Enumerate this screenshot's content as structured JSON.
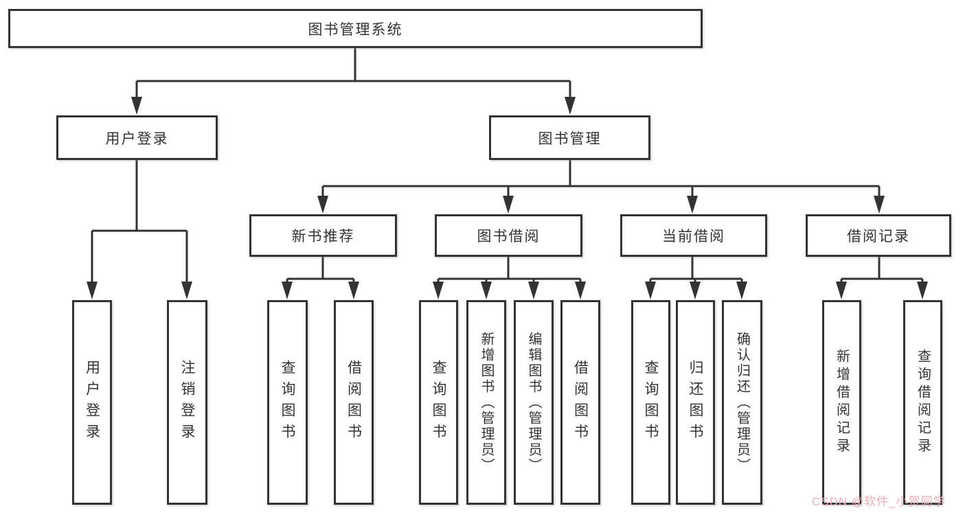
{
  "diagram": {
    "title": "图书管理系统",
    "type": "hierarchy-tree",
    "line_color": "#333333",
    "box_border_color": "#333333",
    "text_color": "#333333",
    "background_color": "#ffffff"
  },
  "nodes": {
    "root": {
      "label": "图书管理系统"
    },
    "user_login": {
      "label": "用户登录"
    },
    "book_mgmt": {
      "label": "图书管理"
    },
    "new_book_rec": {
      "label": "新书推荐"
    },
    "book_borrow": {
      "label": "图书借阅"
    },
    "current_borrow": {
      "label": "当前借阅"
    },
    "borrow_records": {
      "label": "借阅记录"
    },
    "leaf_user_login": {
      "label": "用户登录"
    },
    "leaf_logout": {
      "label": "注销登录"
    },
    "leaf_query_book_1": {
      "label": "查询图书"
    },
    "leaf_borrow_book_1": {
      "label": "借阅图书"
    },
    "leaf_query_book_2": {
      "label": "查询图书"
    },
    "leaf_add_book": {
      "label": "新增图书（管理员）"
    },
    "leaf_edit_book": {
      "label": "编辑图书（管理员）"
    },
    "leaf_borrow_book_2": {
      "label": "借阅图书"
    },
    "leaf_query_book_3": {
      "label": "查询图书"
    },
    "leaf_return_book": {
      "label": "归还图书"
    },
    "leaf_confirm_return": {
      "label": "确认归还（管理员）"
    },
    "leaf_add_record": {
      "label": "新增借阅记录"
    },
    "leaf_query_record": {
      "label": "查询借阅记录"
    }
  },
  "tree": {
    "图书管理系统": {
      "用户登录": [
        "用户登录",
        "注销登录"
      ],
      "图书管理": {
        "新书推荐": [
          "查询图书",
          "借阅图书"
        ],
        "图书借阅": [
          "查询图书",
          "新增图书（管理员）",
          "编辑图书（管理员）",
          "借阅图书"
        ],
        "当前借阅": [
          "查询图书",
          "归还图书",
          "确认归还（管理员）"
        ],
        "借阅记录": [
          "新增借阅记录",
          "查询借阅记录"
        ]
      }
    }
  },
  "watermark": {
    "text": "CSDN @软件_小贺同学",
    "color": "#e9aeb6"
  }
}
